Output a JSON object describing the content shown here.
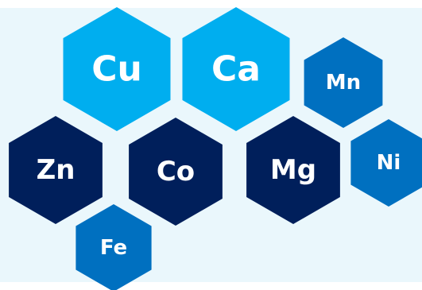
{
  "colors": {
    "panel_background": "#eaf7fc",
    "light_blue": "#00aeef",
    "mid_blue": "#0070c0",
    "dark_navy": "#001f5b",
    "label_text": "#ffffff"
  },
  "elements": [
    {
      "id": "cu",
      "symbol": "Cu",
      "color": "light_blue"
    },
    {
      "id": "ca",
      "symbol": "Ca",
      "color": "light_blue"
    },
    {
      "id": "mn",
      "symbol": "Mn",
      "color": "mid_blue"
    },
    {
      "id": "zn",
      "symbol": "Zn",
      "color": "dark_navy"
    },
    {
      "id": "co",
      "symbol": "Co",
      "color": "dark_navy"
    },
    {
      "id": "mg",
      "symbol": "Mg",
      "color": "dark_navy"
    },
    {
      "id": "ni",
      "symbol": "Ni",
      "color": "mid_blue"
    },
    {
      "id": "fe",
      "symbol": "Fe",
      "color": "mid_blue"
    }
  ]
}
